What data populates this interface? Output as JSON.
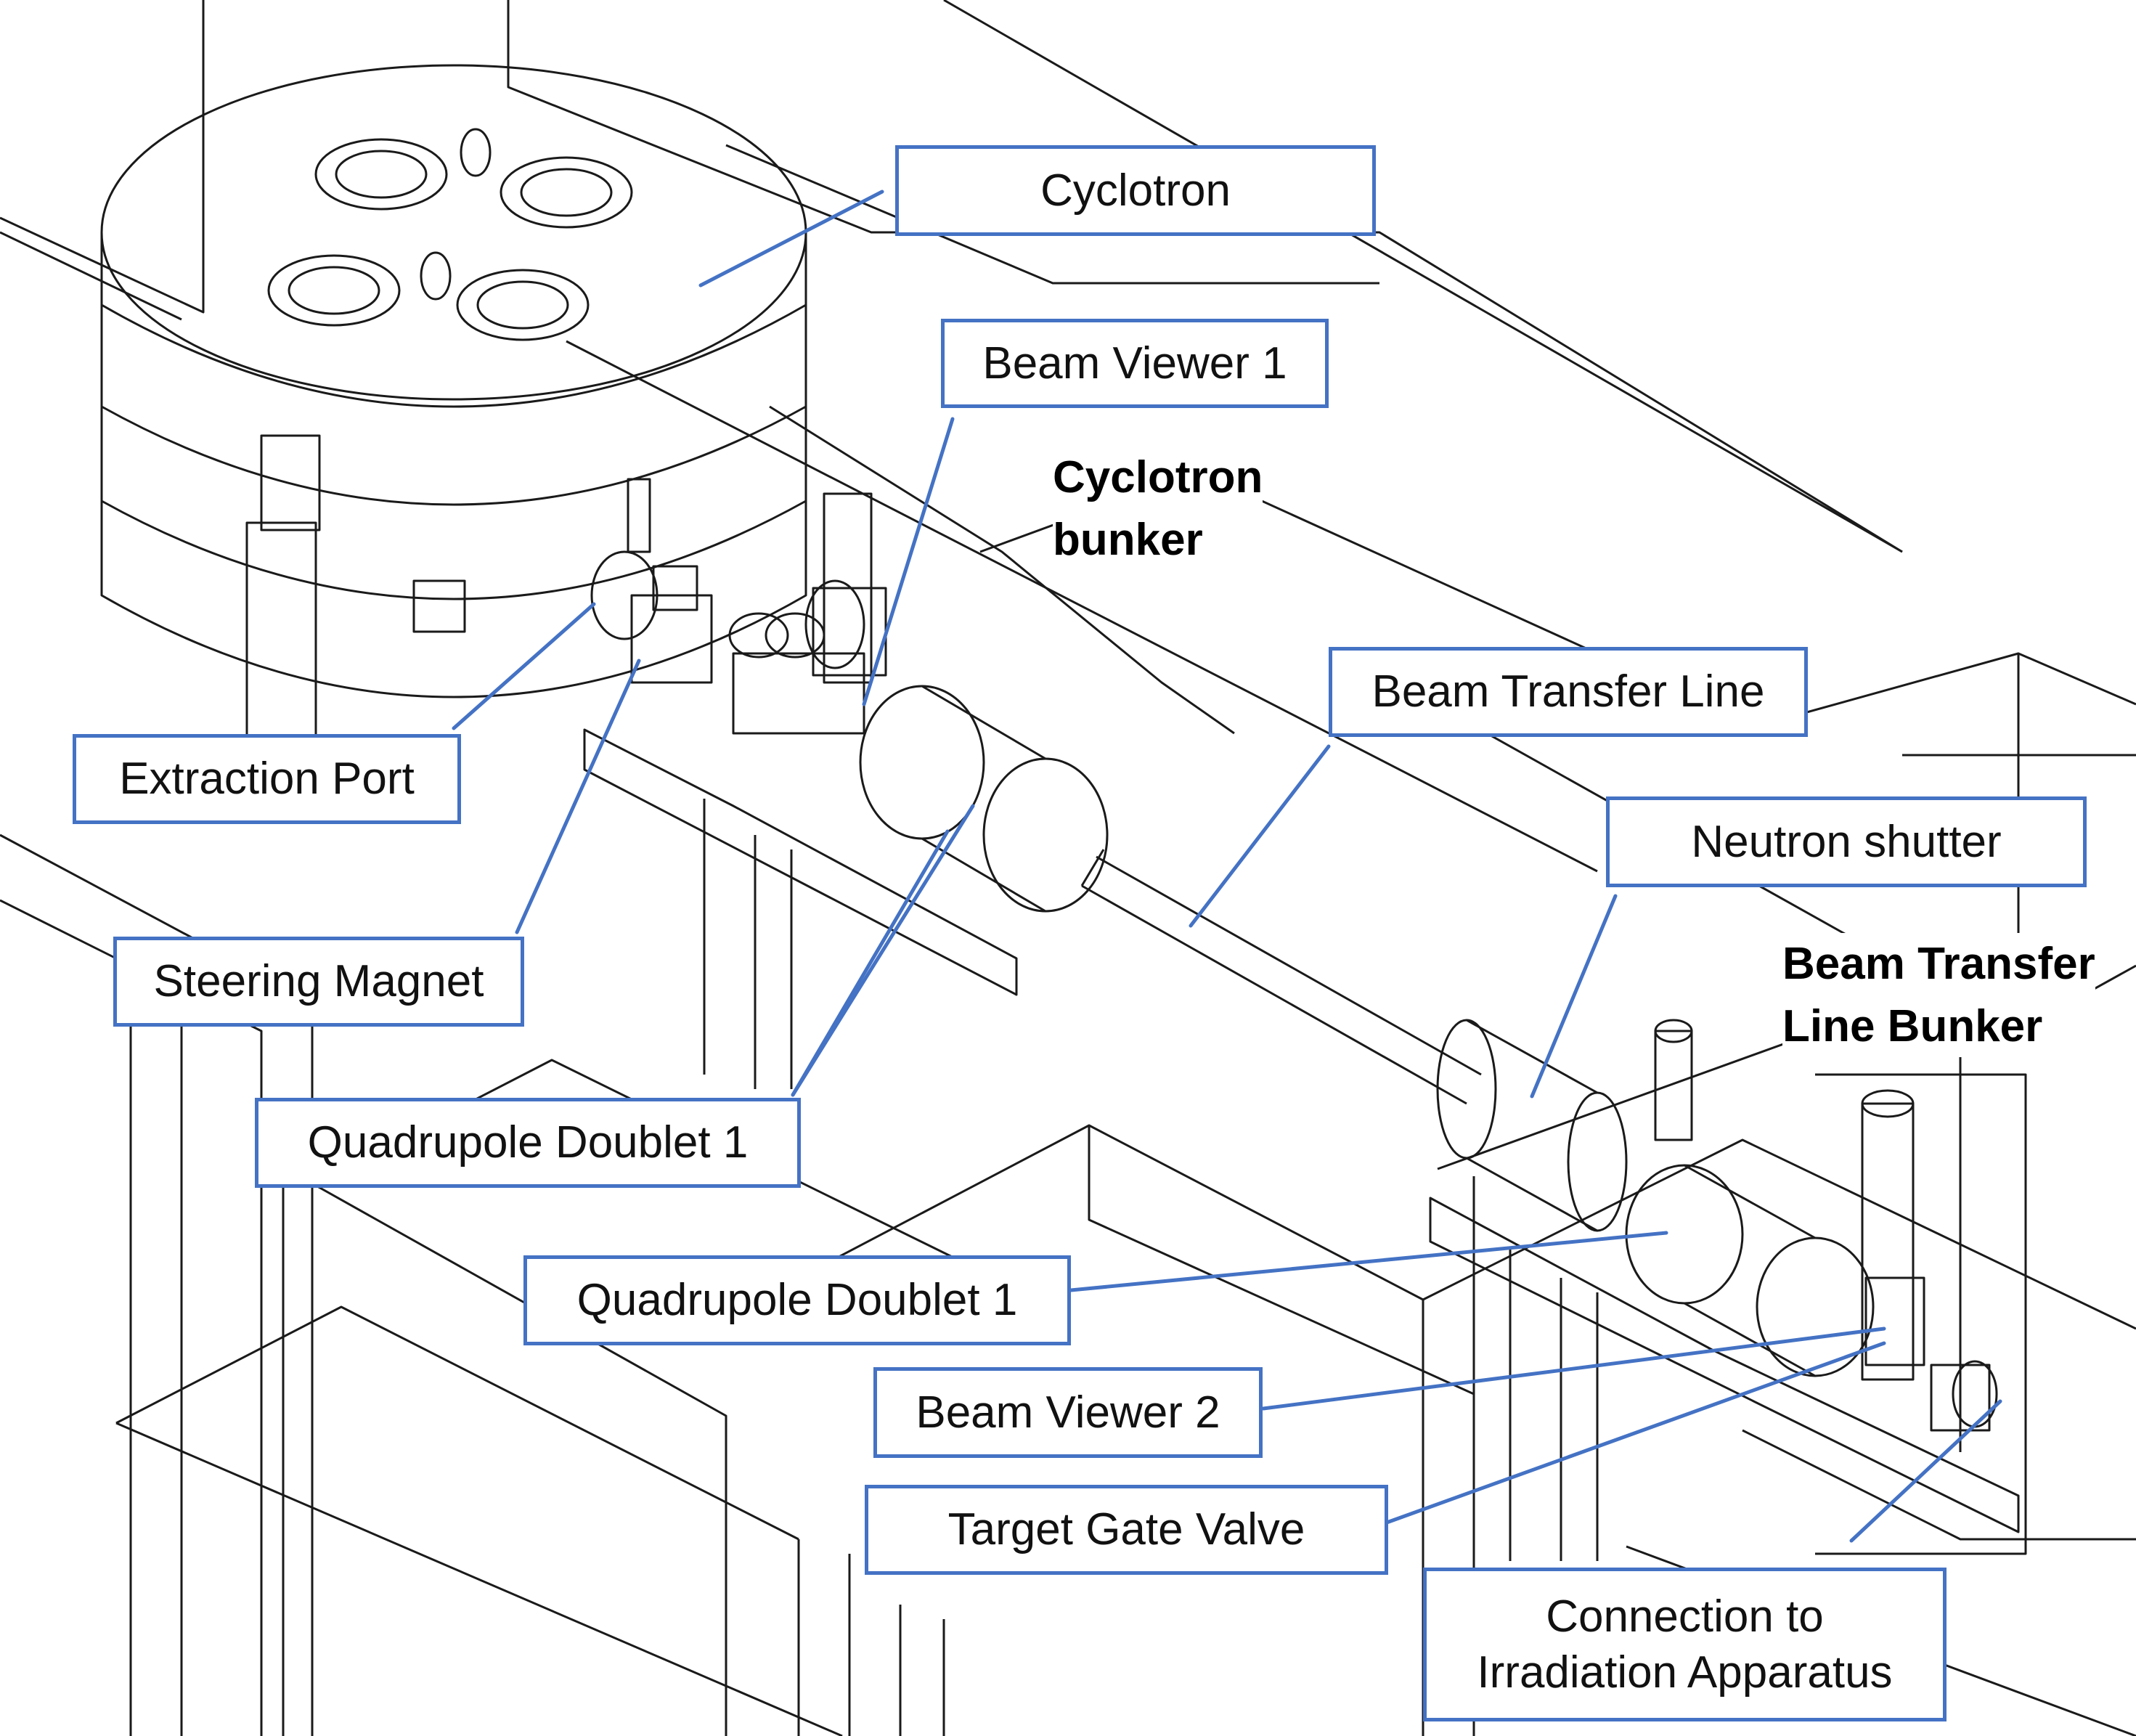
{
  "labels": {
    "cyclotron": "Cyclotron",
    "beam_viewer_1": "Beam Viewer 1",
    "beam_transfer_line": "Beam Transfer Line",
    "neutron_shutter": "Neutron shutter",
    "extraction_port": "Extraction Port",
    "steering_magnet": "Steering Magnet",
    "quadrupole_doublet_upper": "Quadrupole Doublet 1",
    "quadrupole_doublet_lower": "Quadrupole Doublet 1",
    "beam_viewer_2": "Beam Viewer 2",
    "target_gate_valve": "Target Gate Valve",
    "connection_line1": "Connection to",
    "connection_line2": "Irradiation Apparatus"
  },
  "sections": {
    "cyclotron_bunker_line1": "Cyclotron",
    "cyclotron_bunker_line2": "bunker",
    "transfer_bunker_line1": "Beam Transfer",
    "transfer_bunker_line2": "Line Bunker"
  },
  "colors": {
    "callout_blue": "#4472C4",
    "drawing_stroke": "#1a1a1a"
  }
}
